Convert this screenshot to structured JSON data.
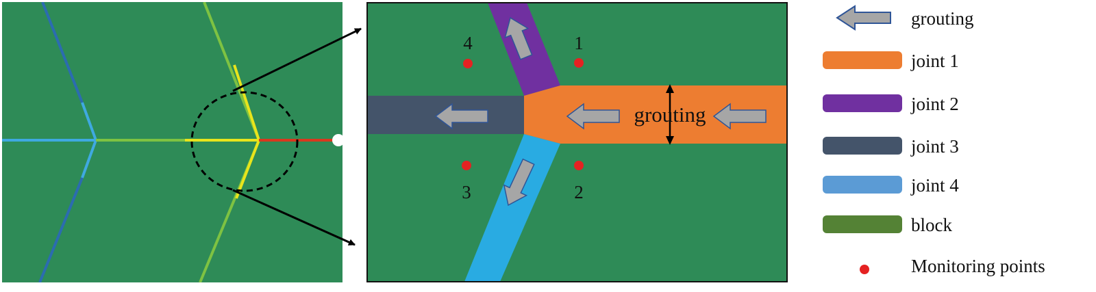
{
  "colors": {
    "block": "#2e8b57",
    "joint1": "#ed7d31",
    "joint2": "#7030a0",
    "joint3": "#44546a",
    "joint4": "#29abe2",
    "legend_block": "#548235",
    "legend_joint4": "#5b9bd5",
    "arrow_fill": "#a6a6a6",
    "arrow_stroke": "#2f5597",
    "monitor_point": "#e52222",
    "line_dark_blue": "#2b6cb0",
    "line_light_blue": "#3fa9e0",
    "line_green": "#7ec242",
    "line_yellow": "#e8e41c",
    "line_red": "#d9381e"
  },
  "detail": {
    "grouting_label": "grouting",
    "monitor_points": [
      {
        "label": "1"
      },
      {
        "label": "2"
      },
      {
        "label": "3"
      },
      {
        "label": "4"
      }
    ]
  },
  "legend": {
    "items": [
      {
        "key": "grouting",
        "label": "grouting",
        "symbol": "arrow",
        "icon": "grouting-arrow-icon"
      },
      {
        "key": "joint1",
        "label": "joint 1",
        "symbol": "swatch",
        "icon": "joint1-swatch-icon"
      },
      {
        "key": "joint2",
        "label": "joint 2",
        "symbol": "swatch",
        "icon": "joint2-swatch-icon"
      },
      {
        "key": "joint3",
        "label": "joint 3",
        "symbol": "swatch",
        "icon": "joint3-swatch-icon"
      },
      {
        "key": "joint4",
        "label": "joint 4",
        "symbol": "swatch",
        "icon": "joint4-swatch-icon"
      },
      {
        "key": "block",
        "label": "block",
        "symbol": "swatch",
        "icon": "block-swatch-icon"
      },
      {
        "key": "monitor",
        "label": "Monitoring points",
        "symbol": "dot",
        "icon": "monitoring-point-icon"
      }
    ]
  }
}
